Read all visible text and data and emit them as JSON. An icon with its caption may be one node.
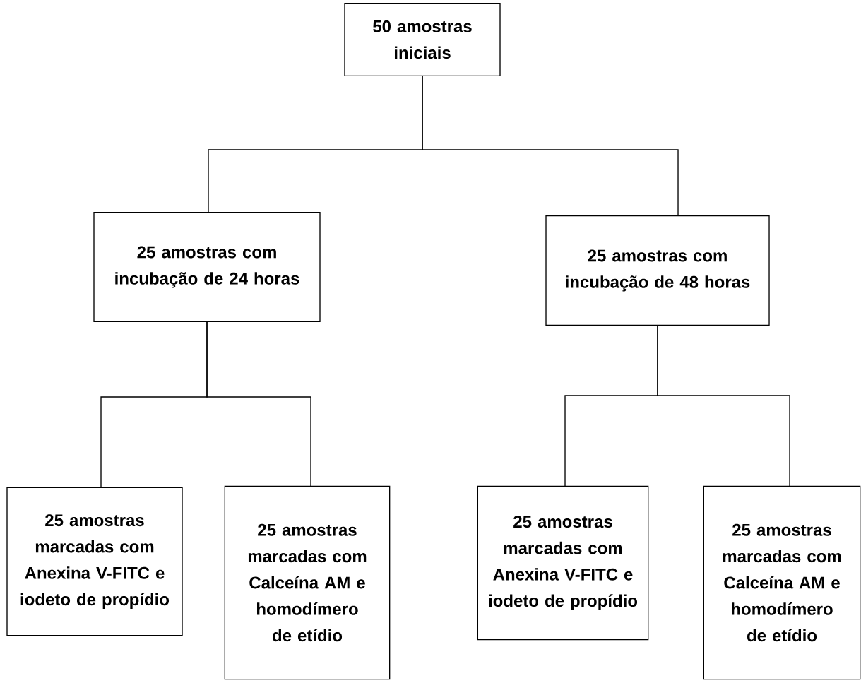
{
  "diagram": {
    "nodes": [
      {
        "text": [
          "50 amostras iniciais"
        ]
      },
      {
        "text": [
          "25 amostras com incubação de 24 horas"
        ]
      },
      {
        "text": [
          "25 amostras com incubação de 48 horas"
        ]
      },
      {
        "text": [
          "25 amostras marcadas com Anexina V-FITC e iodeto de propídio"
        ]
      },
      {
        "text": [
          "25 amostras marcadas com Calceína AM e homodímero de etídio"
        ]
      },
      {
        "text": [
          "25 amostras marcadas com Anexina V-FITC e iodeto de propídio"
        ]
      },
      {
        "text": [
          "25 amostras marcadas com Calceína AM e homodímero de etídio"
        ]
      }
    ],
    "edges": [
      {
        "from": 0,
        "to": 1,
        "arrow": "none"
      },
      {
        "from": 0,
        "to": 2,
        "arrow": "none"
      },
      {
        "from": 1,
        "to": 3,
        "arrow": "none"
      },
      {
        "from": 1,
        "to": 4,
        "arrow": "none"
      },
      {
        "from": 2,
        "to": 5,
        "arrow": "none"
      },
      {
        "from": 2,
        "to": 6,
        "arrow": "none"
      }
    ]
  }
}
